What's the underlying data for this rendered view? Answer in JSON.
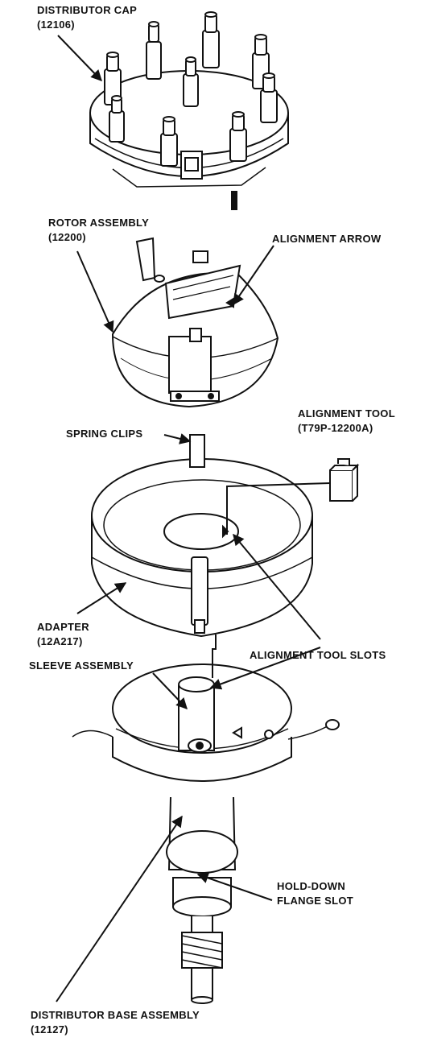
{
  "colors": {
    "ink": "#111111",
    "paper": "#ffffff",
    "shade": "#d9d9d9"
  },
  "labels": {
    "distributor_cap": {
      "name": "DISTRIBUTOR CAP",
      "part": "(12106)"
    },
    "rotor_assembly": {
      "name": "ROTOR ASSEMBLY",
      "part": "(12200)"
    },
    "alignment_arrow": {
      "name": "ALIGNMENT ARROW"
    },
    "alignment_tool": {
      "name": "ALIGNMENT TOOL",
      "part": "(T79P-12200A)"
    },
    "spring_clips": {
      "name": "SPRING CLIPS"
    },
    "adapter": {
      "name": "ADAPTER",
      "part": "(12A217)"
    },
    "alignment_tool_slots": {
      "name": "ALIGNMENT TOOL SLOTS"
    },
    "sleeve_assembly": {
      "name": "SLEEVE ASSEMBLY"
    },
    "hold_down_flange_slot": {
      "line1": "HOLD-DOWN",
      "line2": "FLANGE SLOT"
    },
    "distributor_base_assembly": {
      "name": "DISTRIBUTOR BASE ASSEMBLY",
      "part": "(12127)"
    }
  }
}
